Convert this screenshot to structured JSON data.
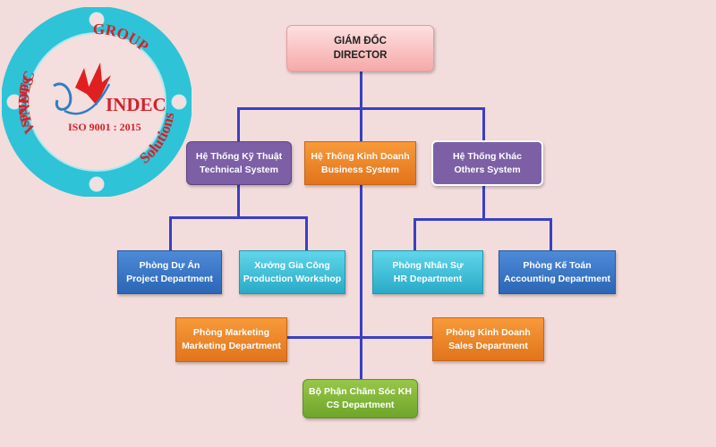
{
  "logo": {
    "ring_top_left": "VINDEC",
    "ring_top_right": "GROUP",
    "ring_bottom_left": "Services",
    "ring_bottom_right": "Solutions",
    "brand": "INDEC",
    "certification": "ISO 9001 : 2015",
    "colors": {
      "ring": "#2ec3d6",
      "text": "#d6202a"
    }
  },
  "org": {
    "director": {
      "line1": "GIÁM ĐỐC",
      "line2": "DIRECTOR"
    },
    "systems": [
      {
        "line1": "Hệ Thống Kỹ Thuật",
        "line2": "Technical System"
      },
      {
        "line1": "Hệ Thống Kinh Doanh",
        "line2": "Business System"
      },
      {
        "line1": "Hệ Thống Khác",
        "line2": "Others System"
      }
    ],
    "departments": [
      {
        "line1": "Phòng Dự Án",
        "line2": "Project Department"
      },
      {
        "line1": "Xưởng Gia Công",
        "line2": "Production Workshop"
      },
      {
        "line1": "Phòng Nhân Sự",
        "line2": "HR Department"
      },
      {
        "line1": "Phòng Kế Toán",
        "line2": "Accounting Department"
      },
      {
        "line1": "Phòng Marketing",
        "line2": "Marketing Department"
      },
      {
        "line1": "Phòng Kinh Doanh",
        "line2": "Sales Department"
      },
      {
        "line1": "Bộ Phận Chăm Sóc KH",
        "line2": "CS Department"
      }
    ]
  },
  "colors": {
    "background": "#f3dcdc",
    "connector": "#3a3fc4",
    "director": "#f7a9aa",
    "purple": "#7d5fa6",
    "orange": "#f08a2c",
    "blue": "#3a75c6",
    "cyan": "#3bbfd9",
    "green": "#82b63a"
  }
}
